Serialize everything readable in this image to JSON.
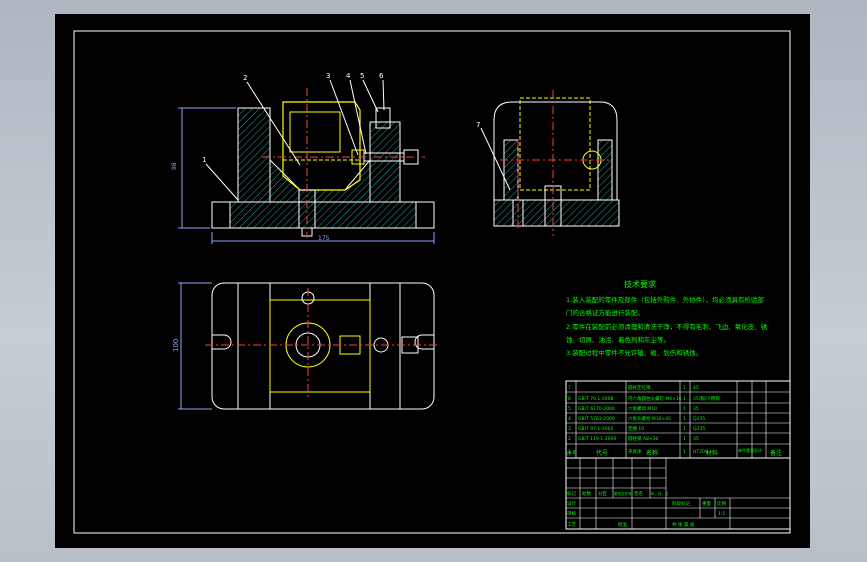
{
  "colors": {
    "background": "#000000",
    "frame": "#ffffff",
    "part": "#ffff00",
    "outline": "#ffffff",
    "hatch": "#2a9d8f",
    "center": "#ff3b3b",
    "dim": "#8fa0ff",
    "text": "#00ff00",
    "page": "#b9c0c8"
  },
  "balloons": [
    "1",
    "2",
    "3",
    "4",
    "5",
    "6",
    "7"
  ],
  "dimensions": {
    "height": "98",
    "width": "175",
    "plan_height": "100"
  },
  "tech_requirements": {
    "title": "技术要求",
    "lines": [
      "1.装入装配的零件及部件（包括外购件、外协件），均必须具有检验部",
      "门的合格证方能进行装配。",
      "2.零件在装配前必须清理和清洗干净，不得有毛刺、飞边、氧化皮、锈",
      "蚀、切屑、油污、着色剂和灰尘等。",
      "3.装配过程中零件不允许磕、碰、划伤和锈蚀。"
    ]
  },
  "bom": {
    "rows": [
      {
        "no": "7",
        "code": "",
        "name": "圆柱定位销",
        "qty": "1",
        "material": "45",
        "note": ""
      },
      {
        "no": "6",
        "code": "GB/T 70.1-2008",
        "name": "内六角圆柱头螺钉 M6×16",
        "qty": "1",
        "material": "35/钢/冷镦钢",
        "note": ""
      },
      {
        "no": "5",
        "code": "GB/T 6170-2000",
        "name": "六角螺母 M10",
        "qty": "1",
        "material": "35",
        "note": ""
      },
      {
        "no": "4",
        "code": "GB/T 5783-2000",
        "name": "六角头螺栓 M10×45",
        "qty": "1",
        "material": "Q235",
        "note": ""
      },
      {
        "no": "3",
        "code": "GB/T 97.1-2002",
        "name": "垫圈 10",
        "qty": "1",
        "material": "Q235",
        "note": ""
      },
      {
        "no": "2",
        "code": "GB/T 119.1-2000",
        "name": "圆柱销 A8×30",
        "qty": "1",
        "material": "35",
        "note": ""
      },
      {
        "no": "1",
        "code": "",
        "name": "夹具体",
        "qty": "1",
        "material": "HT200",
        "note": ""
      }
    ],
    "header": {
      "no": "序号",
      "code": "代号",
      "name": "名称",
      "qty": "数量",
      "material": "材料",
      "weight": "单件重量",
      "total": "总计",
      "note": "备注"
    }
  },
  "title_block": {
    "labels": [
      "标记",
      "处数",
      "分区",
      "更改文件号",
      "签名",
      "年、月、日"
    ],
    "design": "设计",
    "review": "审核",
    "process": "工艺",
    "approve": "批准",
    "stage": "阶段标记",
    "weight": "重量",
    "scale": "比例",
    "scale_value": "1:1",
    "sheets": "共 张 第 张"
  }
}
